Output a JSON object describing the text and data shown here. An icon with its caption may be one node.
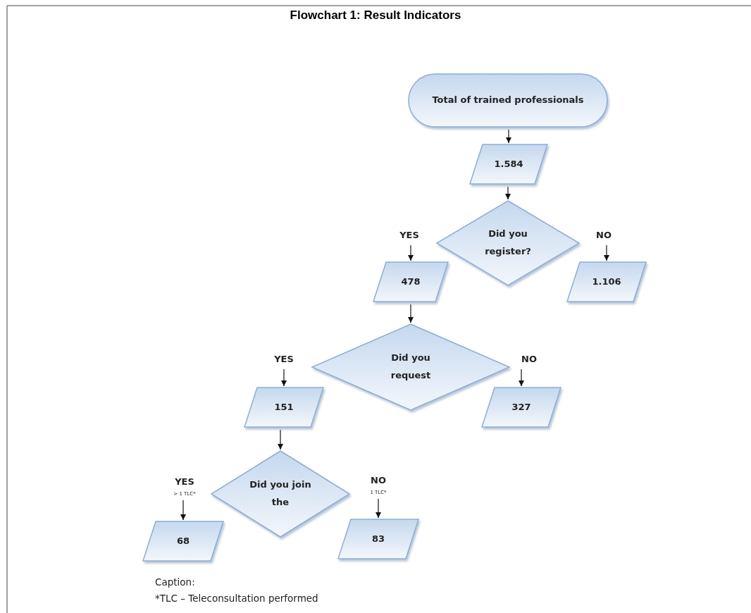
{
  "diagram": {
    "title": "Flowchart 1: Result Indicators",
    "nodes": [
      {
        "text": [
          "Total of trained professionals"
        ]
      },
      {
        "text": [
          "1.584"
        ]
      },
      {
        "text": [
          "Did you register?"
        ]
      },
      {
        "text": [
          "YES"
        ]
      },
      {
        "text": [
          "NO"
        ]
      },
      {
        "text": [
          "478"
        ]
      },
      {
        "text": [
          "1.106"
        ]
      },
      {
        "text": [
          "Did you request"
        ]
      },
      {
        "text": [
          "YES"
        ]
      },
      {
        "text": [
          "NO"
        ]
      },
      {
        "text": [
          "151"
        ]
      },
      {
        "text": [
          "327"
        ]
      },
      {
        "text": [
          "Did you join the"
        ]
      },
      {
        "text": [
          "YES",
          "> 1 TLC*"
        ]
      },
      {
        "text": [
          "NO",
          "1 TLC*"
        ]
      },
      {
        "text": [
          "68"
        ]
      },
      {
        "text": [
          "83"
        ]
      }
    ],
    "edges": [
      {
        "from": 0,
        "to": 1,
        "arrow": "to"
      },
      {
        "from": 1,
        "to": 2,
        "arrow": "to"
      },
      {
        "from": 3,
        "to": 5,
        "arrow": "to"
      },
      {
        "from": 4,
        "to": 6,
        "arrow": "to"
      },
      {
        "from": 5,
        "to": 7,
        "arrow": "to"
      },
      {
        "from": 8,
        "to": 10,
        "arrow": "to"
      },
      {
        "from": 9,
        "to": 11,
        "arrow": "to"
      },
      {
        "from": 10,
        "to": 12,
        "arrow": "to"
      },
      {
        "from": 13,
        "to": 15,
        "arrow": "to"
      },
      {
        "from": 14,
        "to": 16,
        "arrow": "to"
      }
    ],
    "labels": [
      "Caption:",
      "*TLC – Teleconsultation performed"
    ]
  }
}
